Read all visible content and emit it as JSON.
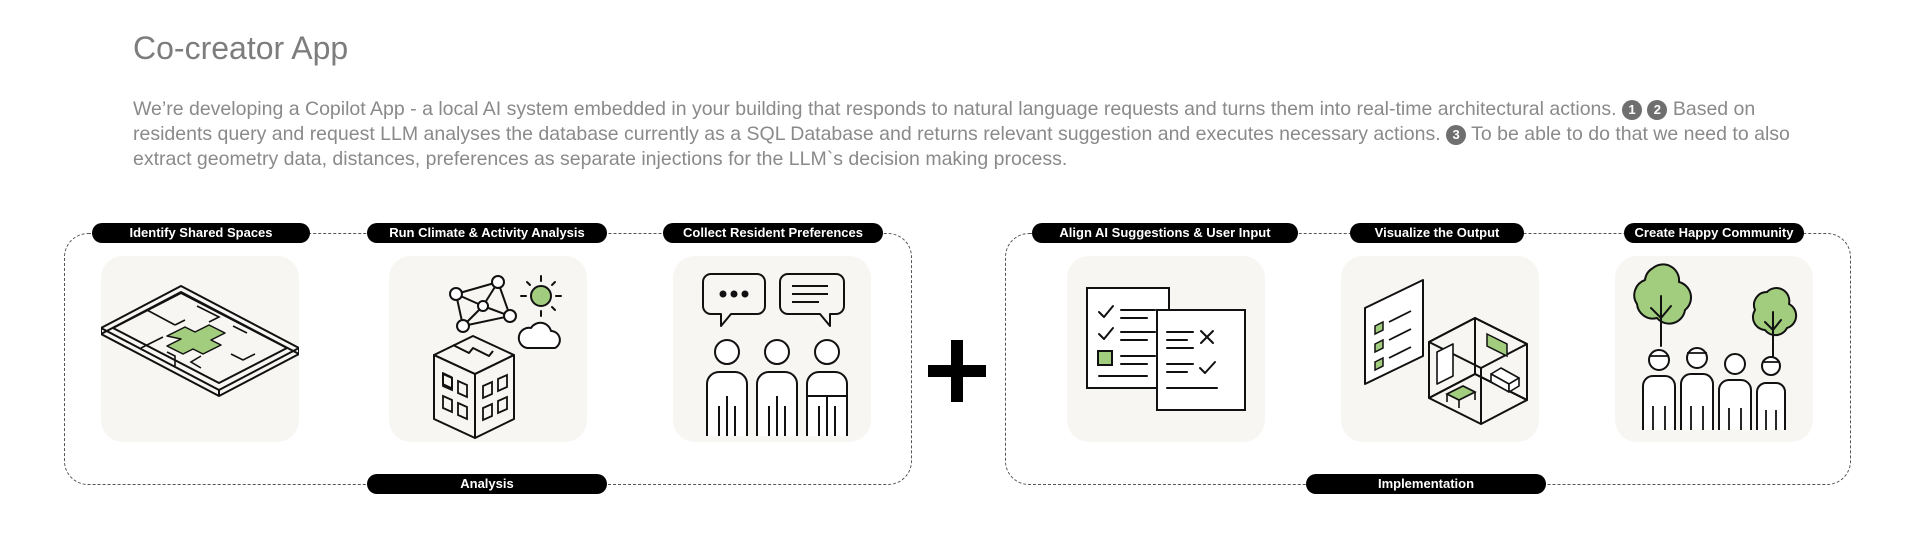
{
  "header": {
    "title": "Co-creator App",
    "desc": {
      "part1": "We’re developing a Copilot App - a local AI system embedded in your building that responds to natural language requests and turns them into real-time architectural actions.",
      "badge1": "1",
      "badge2": "2",
      "part2": "Based on residents query and request LLM analyses the database currently as a SQL Database and returns relevant suggestion and executes necessary actions.",
      "badge3": "3",
      "part3": "To be able to do that we need to also extract geometry data, distances, preferences as separate injections for the LLM`s decision making process."
    }
  },
  "analysis": {
    "label": "Analysis",
    "steps": [
      {
        "label": "Identify Shared Spaces",
        "icon": "floorplan-icon"
      },
      {
        "label": "Run Climate & Activity Analysis",
        "icon": "building-climate-icon"
      },
      {
        "label": "Collect Resident Preferences",
        "icon": "residents-chat-icon"
      }
    ]
  },
  "implementation": {
    "label": "Implementation",
    "steps": [
      {
        "label": "Align AI Suggestions & User Input",
        "icon": "checklist-documents-icon"
      },
      {
        "label": "Visualize the Output",
        "icon": "isometric-room-icon"
      },
      {
        "label": "Create Happy Community",
        "icon": "community-trees-icon"
      }
    ]
  },
  "operator": "plus",
  "colors": {
    "accent_green": "#a3cd7e",
    "tile_bg": "#f8f6f3",
    "pill_bg": "#000000",
    "text_gray": "#8a8a8a"
  }
}
